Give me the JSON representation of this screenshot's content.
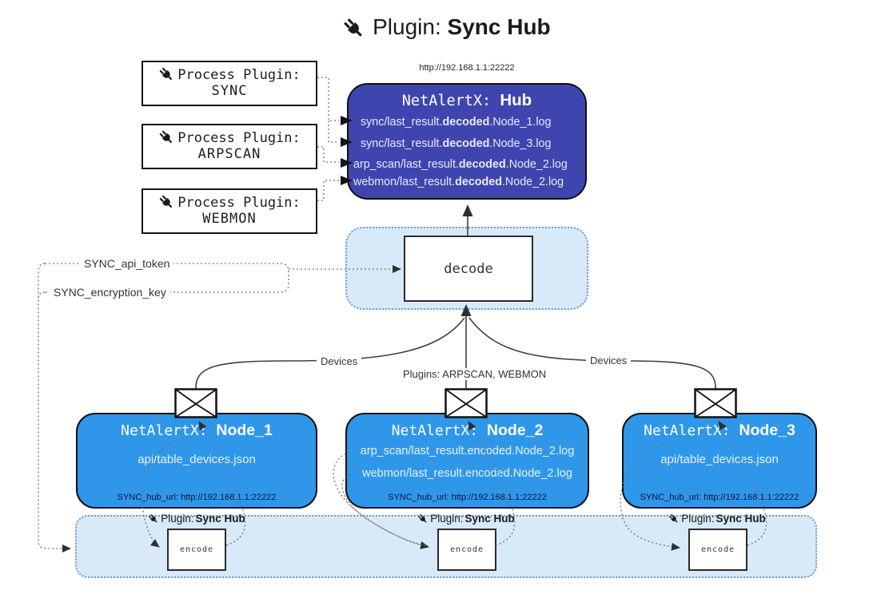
{
  "title": {
    "prefix": "Plugin: ",
    "name": "Sync Hub"
  },
  "icons": {
    "plug": "plug-icon",
    "envelope": "envelope-icon"
  },
  "colors": {
    "hub_bg": "#3f45ae",
    "node_bg": "#2f97ea",
    "panel_bg": "#d8e9f9",
    "panel_border": "#6f9cc6",
    "line_dark": "#3f3f3f"
  },
  "process_plugins": [
    {
      "line1": "Process Plugin:",
      "name": "SYNC"
    },
    {
      "line1": "Process Plugin:",
      "name": "ARPSCAN"
    },
    {
      "line1": "Process Plugin:",
      "name": "WEBMON"
    }
  ],
  "hub": {
    "url": "http://192.168.1.1:22222",
    "title_prefix": "NetAlertX: ",
    "title_name": "Hub",
    "lines": [
      {
        "pre": "sync/last_result.",
        "bold": "decoded",
        "post": ".Node_1.log"
      },
      {
        "pre": "sync/last_result.",
        "bold": "decoded",
        "post": ".Node_3.log"
      },
      {
        "pre": "arp_scan/last_result.",
        "bold": "decoded",
        "post": ".Node_2.log"
      },
      {
        "pre": "webmon/last_result.",
        "bold": "decoded",
        "post": ".Node_2.log"
      }
    ]
  },
  "decode_label": "decode",
  "encode_label": "encode",
  "tokens": {
    "api_token": "SYNC_api_token",
    "encryption_key": "SYNC_encryption_key"
  },
  "edge_labels": {
    "devices_left": "Devices",
    "devices_right": "Devices",
    "plugins": "Plugins: ARPSCAN, WEBMON"
  },
  "nodes": [
    {
      "title_prefix": "NetAlertX: ",
      "title_name": "Node_1",
      "lines": [
        "api/table_devices.json"
      ],
      "hub_url": "SYNC_hub_url: http://192.168.1.1:22222"
    },
    {
      "title_prefix": "NetAlertX: ",
      "title_name": "Node_2",
      "lines": [
        "arp_scan/last_result.encoded.Node_2.log",
        "webmon/last_result.encoded.Node_2.log"
      ],
      "hub_url": "SYNC_hub_url: http://192.168.1.1:22222"
    },
    {
      "title_prefix": "NetAlertX: ",
      "title_name": "Node_3",
      "lines": [
        "api/table_devices.json"
      ],
      "hub_url": "SYNC_hub_url: http://192.168.1.1:22222"
    }
  ],
  "band": {
    "plugin_prefix": "Plugin: ",
    "plugin_name": "Sync Hub"
  }
}
